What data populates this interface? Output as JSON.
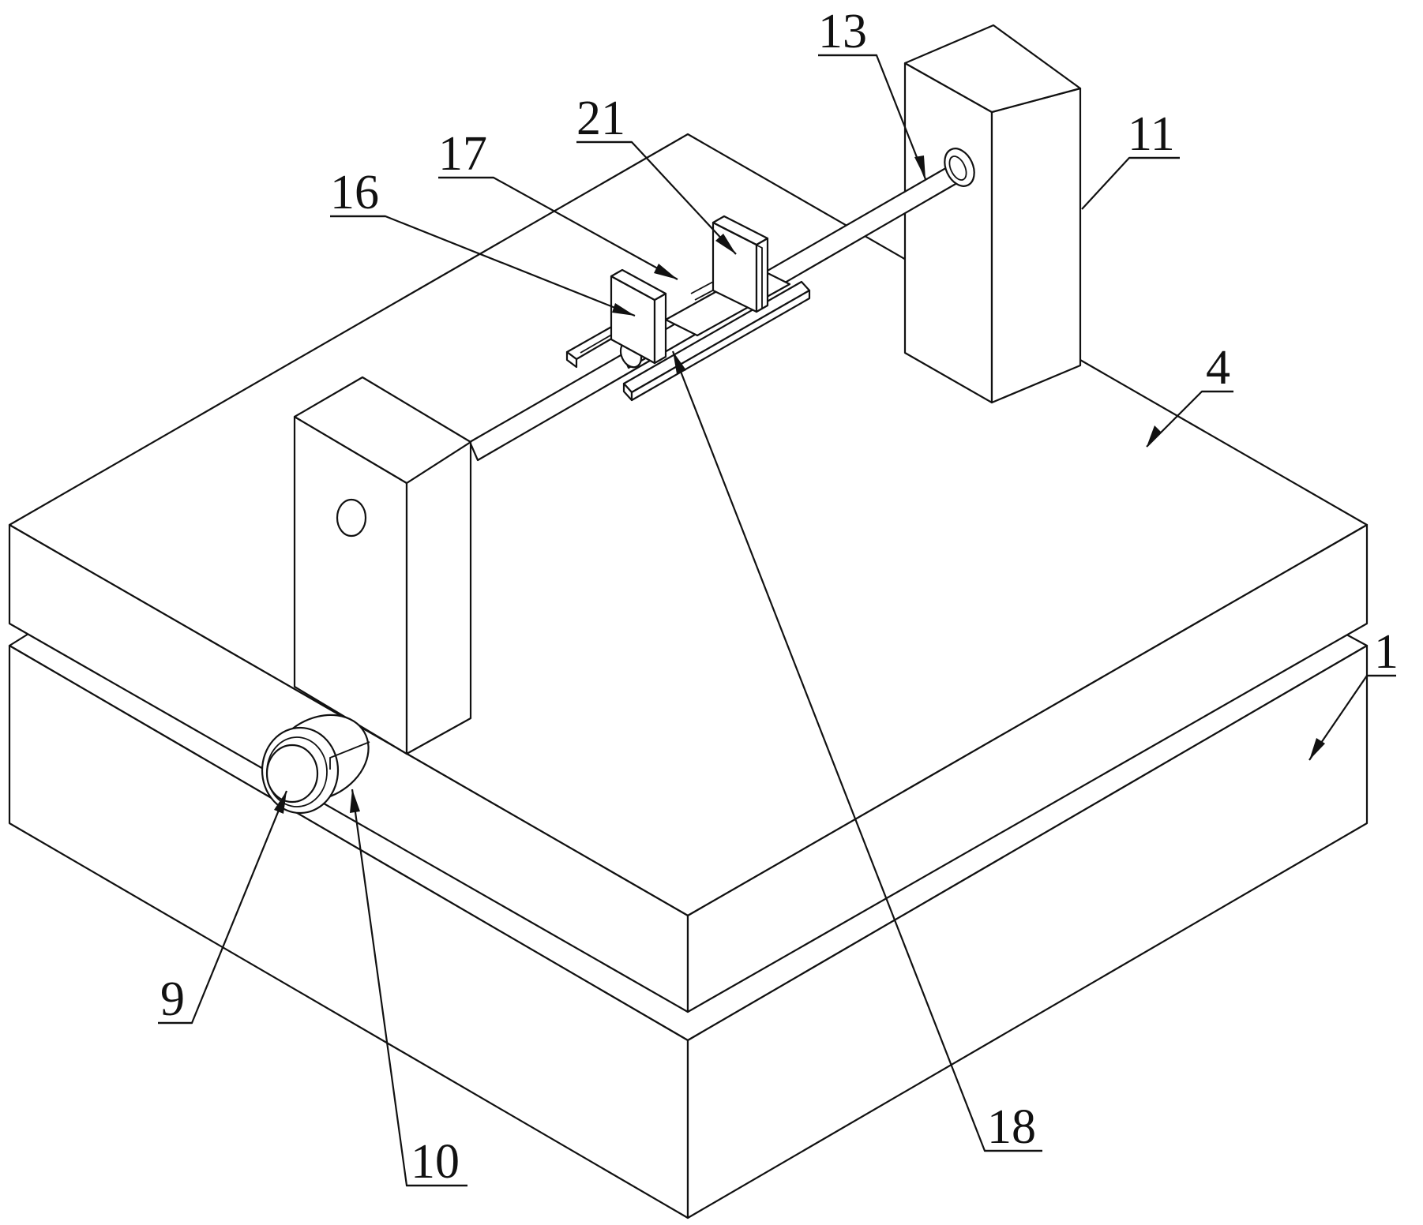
{
  "labels": {
    "part_13": "13",
    "part_11": "11",
    "part_21": "21",
    "part_17": "17",
    "part_16": "16",
    "part_4": "4",
    "part_1": "1",
    "part_9": "9",
    "part_10": "10",
    "part_18": "18"
  }
}
